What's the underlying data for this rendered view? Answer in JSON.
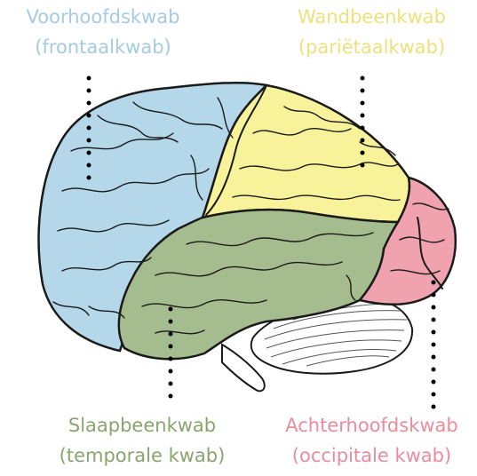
{
  "labels": {
    "frontal": {
      "line1": "Voorhoofdskwab",
      "line2": "(frontaalkwab)"
    },
    "parietal": {
      "line1": "Wandbeenkwab",
      "line2": "(pariëtaalkwab)"
    },
    "temporal": {
      "line1": "Slaapbeenkwab",
      "line2": "(temporale kwab)"
    },
    "occipital": {
      "line1": "Achterhoofdskwab",
      "line2": "(occipitale kwab)"
    }
  },
  "colors": {
    "frontal": "#b4d8ea",
    "parietal": "#f8f39a",
    "temporal": "#a5bc8e",
    "occipital": "#f0a3ae",
    "cerebellum": "#ffffff",
    "outline": "#1a1a1a",
    "frontal_text": "#a4cbe2",
    "parietal_text": "#ece27c",
    "temporal_text": "#8aa46e",
    "occipital_text": "#ea8c9c"
  }
}
